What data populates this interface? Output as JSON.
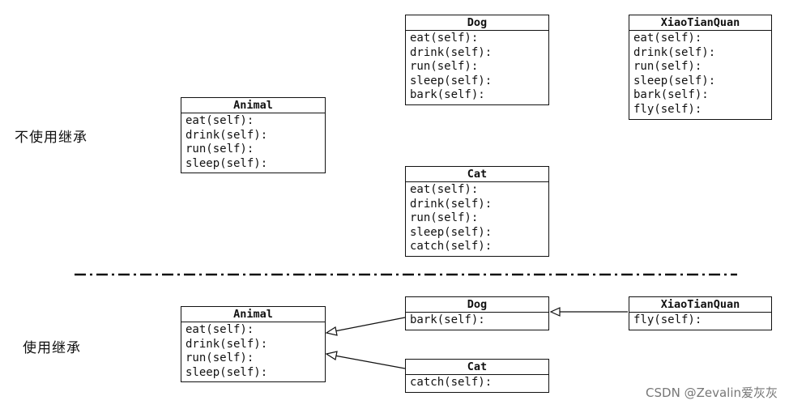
{
  "labels": {
    "no_inheritance": "不使用继承",
    "with_inheritance": "使用继承"
  },
  "top": {
    "dog": {
      "name": "Dog",
      "methods": [
        "eat(self):",
        "drink(self):",
        "run(self):",
        "sleep(self):",
        "bark(self):"
      ]
    },
    "xiaotianquan": {
      "name": "XiaoTianQuan",
      "methods": [
        "eat(self):",
        "drink(self):",
        "run(self):",
        "sleep(self):",
        "bark(self):",
        "fly(self):"
      ]
    },
    "animal": {
      "name": "Animal",
      "methods": [
        "eat(self):",
        "drink(self):",
        "run(self):",
        "sleep(self):"
      ]
    },
    "cat": {
      "name": "Cat",
      "methods": [
        "eat(self):",
        "drink(self):",
        "run(self):",
        "sleep(self):",
        "catch(self):"
      ]
    }
  },
  "bottom": {
    "animal": {
      "name": "Animal",
      "methods": [
        "eat(self):",
        "drink(self):",
        "run(self):",
        "sleep(self):"
      ]
    },
    "dog": {
      "name": "Dog",
      "methods": [
        "bark(self):"
      ]
    },
    "xiaotianquan": {
      "name": "XiaoTianQuan",
      "methods": [
        "fly(self):"
      ]
    },
    "cat": {
      "name": "Cat",
      "methods": [
        "catch(self):"
      ]
    }
  },
  "watermark": "CSDN @Zevalin爱灰灰"
}
